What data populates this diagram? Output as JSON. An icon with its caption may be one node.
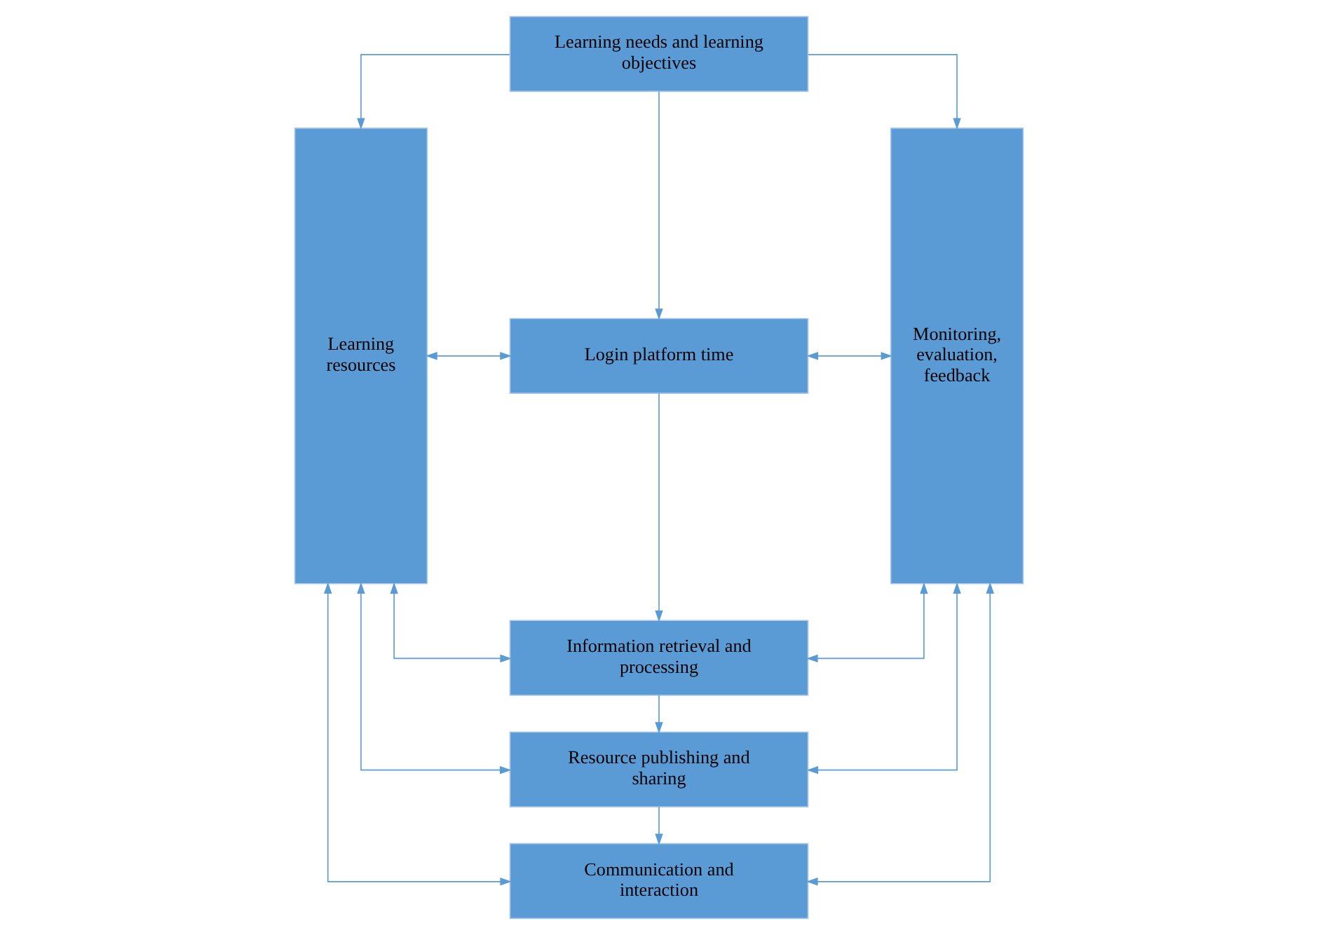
{
  "diagram": {
    "nodes": [
      {
        "text": [
          "Learning needs and learning objectives"
        ]
      },
      {
        "text": [
          "Learning resources"
        ]
      },
      {
        "text": [
          "Login platform time"
        ]
      },
      {
        "text": [
          "Information retrieval and processing"
        ]
      },
      {
        "text": [
          "Resource publishing and sharing"
        ]
      },
      {
        "text": [
          "Communication and interaction"
        ]
      },
      {
        "text": [
          "Monitoring, evaluation, feedback"
        ]
      }
    ],
    "edges": [
      {
        "from": 0,
        "to": 1,
        "arrow": "to"
      },
      {
        "from": 0,
        "to": 6,
        "arrow": "to"
      },
      {
        "from": 0,
        "to": 2,
        "arrow": "to"
      },
      {
        "from": 1,
        "to": 2,
        "arrow": "both"
      },
      {
        "from": 2,
        "to": 6,
        "arrow": "both"
      },
      {
        "from": 2,
        "to": 3,
        "arrow": "to"
      },
      {
        "from": 1,
        "to": 3,
        "arrow": "both"
      },
      {
        "from": 3,
        "to": 6,
        "arrow": "both"
      },
      {
        "from": 3,
        "to": 4,
        "arrow": "to"
      },
      {
        "from": 1,
        "to": 4,
        "arrow": "both"
      },
      {
        "from": 4,
        "to": 6,
        "arrow": "both"
      },
      {
        "from": 4,
        "to": 5,
        "arrow": "to"
      },
      {
        "from": 1,
        "to": 5,
        "arrow": "both"
      },
      {
        "from": 5,
        "to": 6,
        "arrow": "both"
      }
    ]
  }
}
